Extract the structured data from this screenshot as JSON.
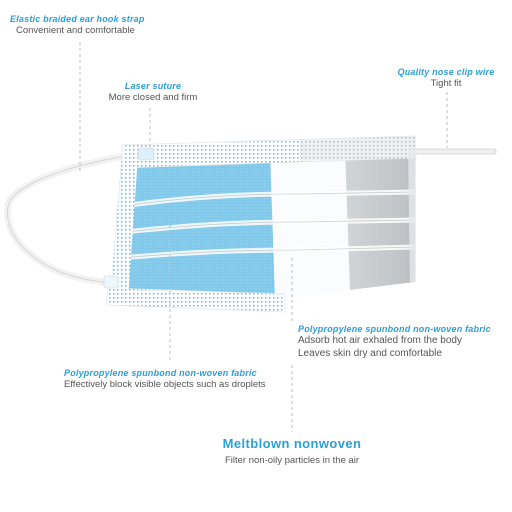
{
  "callouts": {
    "ear_strap": {
      "title": "Elastic braided ear hook strap",
      "desc": "Convenient and comfortable"
    },
    "laser_suture": {
      "title": "Laser suture",
      "desc": "More closed and firm"
    },
    "nose_clip": {
      "title": "Quality nose clip wire",
      "desc": "Tight fit"
    },
    "outer_layer": {
      "title": "Polypropylene spunbond non-woven fabric",
      "desc": "Effectively block visible objects such as droplets"
    },
    "inner_layer": {
      "title": "Polypropylene spunbond non-woven fabric",
      "desc_line1": "Adsorb hot air exhaled from the body",
      "desc_line2": "Leaves skin dry and comfortable"
    },
    "meltblown": {
      "title": "Meltblown nonwoven",
      "desc": "Filter non-oily particles in the air"
    }
  },
  "colors": {
    "accent": "#2b9fd8",
    "mask_blue": "#7cc7ea",
    "mask_white": "#f7f9fb",
    "mask_grey": "#c9ccce",
    "leader_line": "#bdbdbd"
  }
}
